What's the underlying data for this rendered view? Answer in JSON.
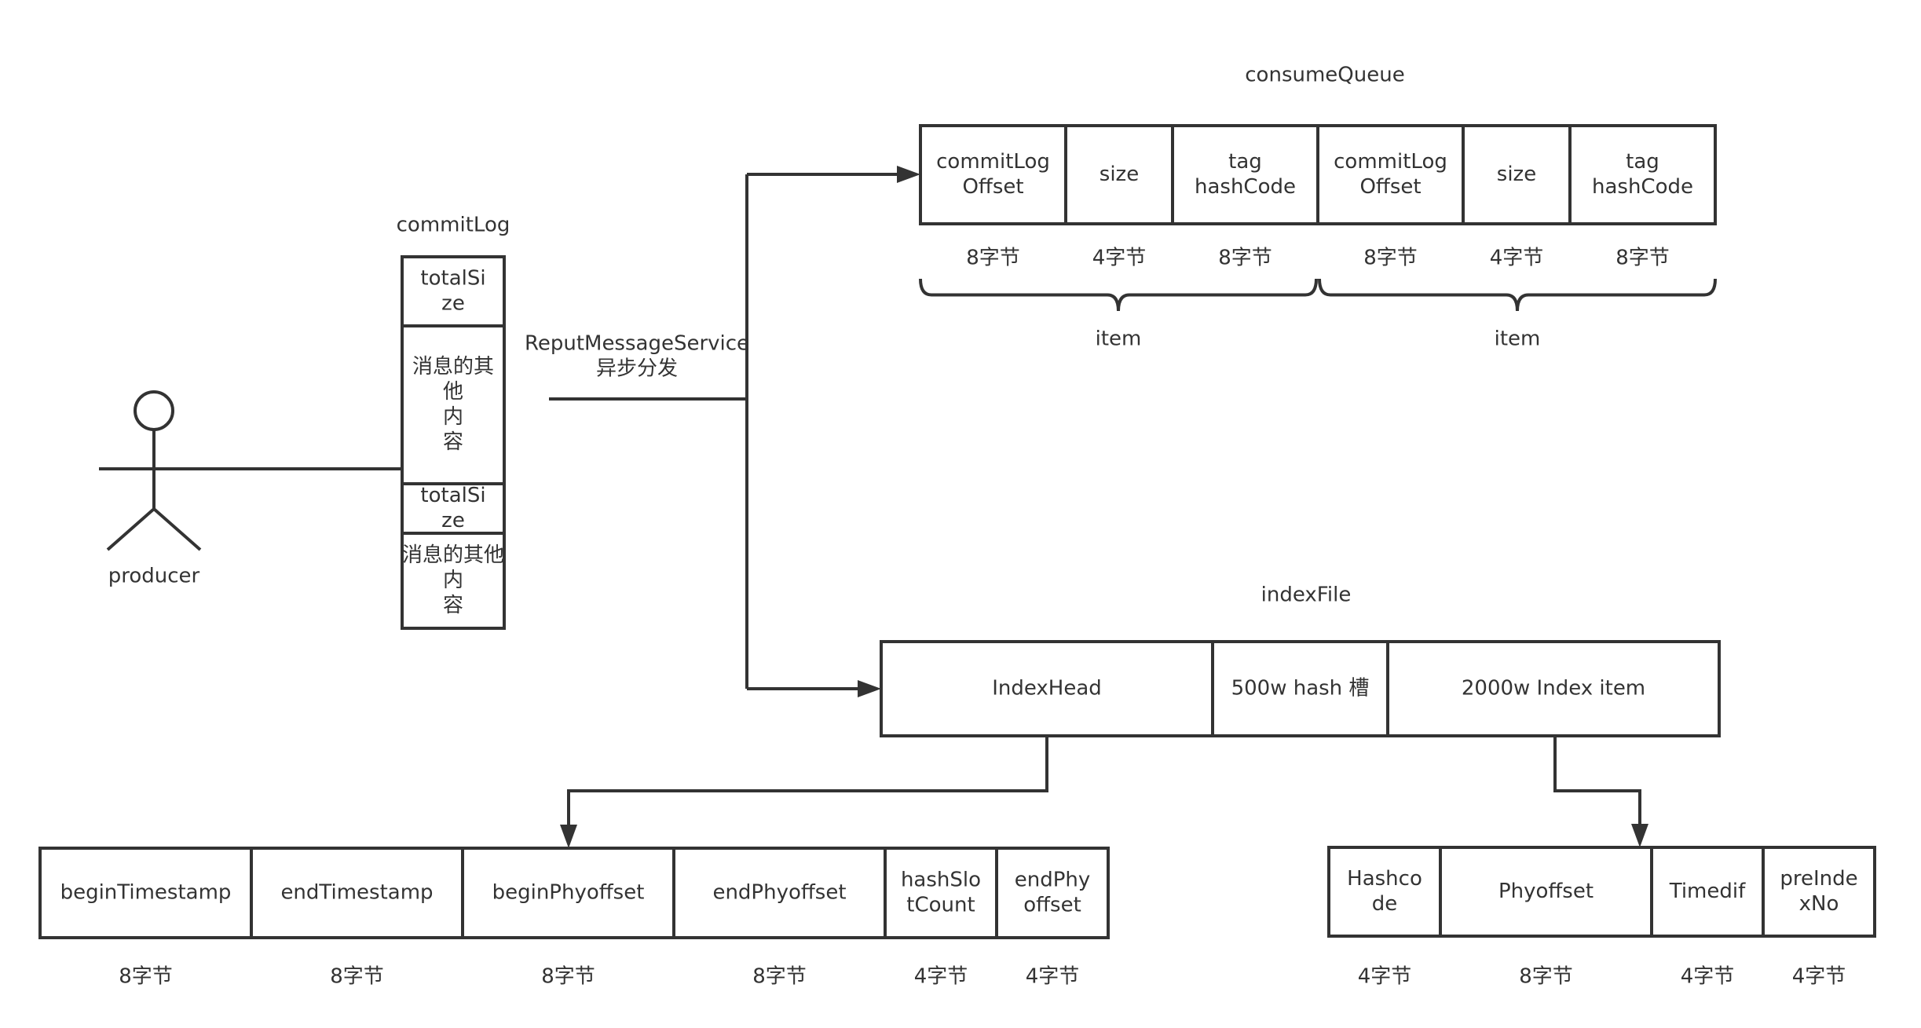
{
  "actor": {
    "label": "producer"
  },
  "commit_log": {
    "title": "commitLog",
    "cells": [
      {
        "lines": [
          "totalSi",
          "ze"
        ]
      },
      {
        "lines": [
          "消息的其",
          "他",
          "内",
          "容"
        ]
      },
      {
        "lines": [
          "totalSi",
          "ze"
        ]
      },
      {
        "lines": [
          "消息的其他",
          "内",
          "容"
        ]
      }
    ]
  },
  "dispatch": {
    "lines": [
      "ReputMessageService",
      "异步分发"
    ]
  },
  "consume_queue": {
    "title": "consumeQueue",
    "cells": [
      {
        "lines": [
          "commitLog",
          "Offset"
        ],
        "size": "8字节"
      },
      {
        "lines": [
          "size"
        ],
        "size": "4字节"
      },
      {
        "lines": [
          "tag",
          "hashCode"
        ],
        "size": "8字节"
      },
      {
        "lines": [
          "commitLog",
          "Offset"
        ],
        "size": "8字节"
      },
      {
        "lines": [
          "size"
        ],
        "size": "4字节"
      },
      {
        "lines": [
          "tag",
          "hashCode"
        ],
        "size": "8字节"
      }
    ],
    "groups": [
      {
        "label": "item"
      },
      {
        "label": "item"
      }
    ]
  },
  "index_file": {
    "title": "indexFile",
    "cells": [
      {
        "lines": [
          "IndexHead"
        ]
      },
      {
        "lines": [
          "500w hash 槽"
        ]
      },
      {
        "lines": [
          "2000w Index item"
        ]
      }
    ]
  },
  "index_head": {
    "cells": [
      {
        "lines": [
          "beginTimestamp"
        ],
        "size": "8字节"
      },
      {
        "lines": [
          "endTimestamp"
        ],
        "size": "8字节"
      },
      {
        "lines": [
          "beginPhyoffset"
        ],
        "size": "8字节"
      },
      {
        "lines": [
          "endPhyoffset"
        ],
        "size": "8字节"
      },
      {
        "lines": [
          "hashSlo",
          "tCount"
        ],
        "size": "4字节"
      },
      {
        "lines": [
          "endPhy",
          "offset"
        ],
        "size": "4字节"
      }
    ]
  },
  "index_item": {
    "cells": [
      {
        "lines": [
          "Hashco",
          "de"
        ],
        "size": "4字节"
      },
      {
        "lines": [
          "Phyoffset"
        ],
        "size": "8字节"
      },
      {
        "lines": [
          "Timedif"
        ],
        "size": "4字节"
      },
      {
        "lines": [
          "preInde",
          "xNo"
        ],
        "size": "4字节"
      }
    ]
  }
}
